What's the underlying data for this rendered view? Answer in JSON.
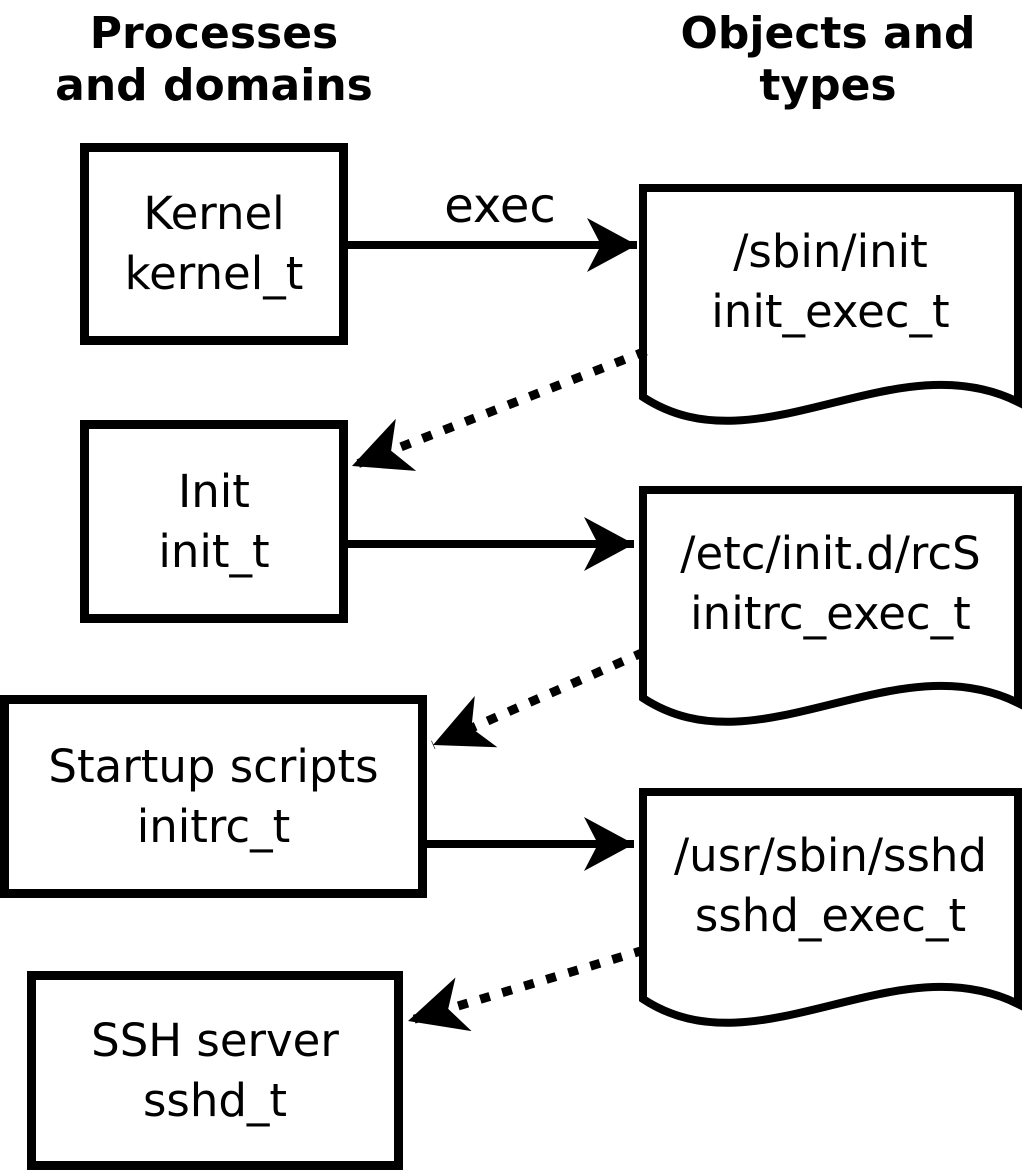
{
  "diagram": {
    "headers": {
      "left": {
        "line1": "Processes",
        "line2": "and domains"
      },
      "right": {
        "line1": "Objects and",
        "line2": "types"
      }
    },
    "processes": [
      {
        "label": "Kernel",
        "type": "kernel_t"
      },
      {
        "label": "Init",
        "type": "init_t"
      },
      {
        "label": "Startup scripts",
        "type": "initrc_t"
      },
      {
        "label": "SSH server",
        "type": "sshd_t"
      }
    ],
    "objects": [
      {
        "path": "/sbin/init",
        "type": "init_exec_t"
      },
      {
        "path": "/etc/init.d/rcS",
        "type": "initrc_exec_t"
      },
      {
        "path": "/usr/sbin/sshd",
        "type": "sshd_exec_t"
      }
    ],
    "edges": {
      "exec_label": "exec",
      "solid": [
        {
          "from": "kernel_t",
          "to": "init_exec_t",
          "label": "exec"
        },
        {
          "from": "init_t",
          "to": "initrc_exec_t",
          "label": ""
        },
        {
          "from": "initrc_t",
          "to": "sshd_exec_t",
          "label": ""
        }
      ],
      "dotted": [
        {
          "from": "init_exec_t",
          "to": "init_t"
        },
        {
          "from": "initrc_exec_t",
          "to": "initrc_t"
        },
        {
          "from": "sshd_exec_t",
          "to": "sshd_t"
        }
      ]
    },
    "colors": {
      "ink": "#000000",
      "background": "#ffffff"
    }
  }
}
